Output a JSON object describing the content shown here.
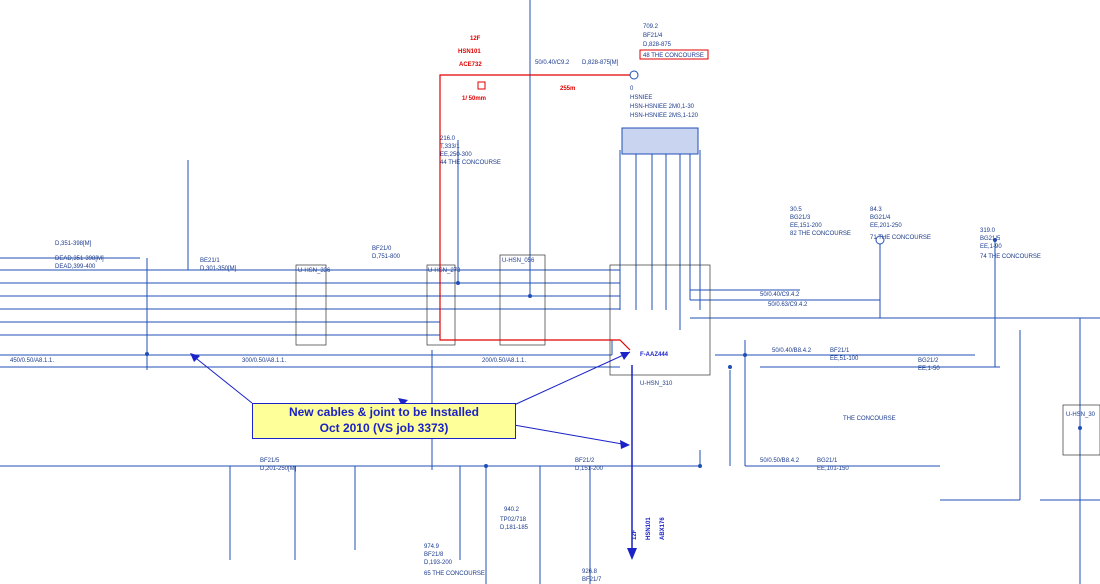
{
  "red_cable": {
    "lines": [
      "12F",
      "HSN101",
      "ACE732"
    ],
    "size": "1/ 50mm",
    "length": "255m"
  },
  "red_label_box": "48 THE CONCOURSE",
  "blue_joint": "F-AAZ444",
  "blue_cable": [
    "12F",
    "HSN101",
    "ABX176"
  ],
  "note": {
    "line1": "New cables & joint to be Installed",
    "line2": "Oct 2010 (VS job 3373)"
  },
  "area_label": "THE CONCOURSE",
  "substation_top": {
    "lines": [
      "709.2",
      "BF21/4",
      "D,828-875"
    ]
  },
  "hsniee": {
    "lines": [
      "0",
      "HSNIEE",
      "HSN-HSNIEE 2M0,1-30",
      "HSN-HSNIEE 2MS,1-120"
    ]
  },
  "labels": {
    "c1": "50/0.40/C9.2",
    "c2": "D,828-875[M]",
    "s216": "216.0",
    "t333": "T,333/1",
    "ee250": "EE,250-300",
    "concourse44": "44 THE CONCOURSE",
    "bg213": "30.5",
    "bg213b": "BG21/3",
    "bg213c": "EE,151-200",
    "bg213d": "82 THE CONCOURSE",
    "bg214": "84.3",
    "bg214b": "BG21/4",
    "bg214c": "EE,201-250",
    "bg214d": "71 THE CONCOURSE",
    "bg21r": "319.0",
    "bg21rb": "BG21/5",
    "bg21rc": "EE,1-90",
    "bg21rd": "74 THE CONCOURSE",
    "uhsn336": "U-HSN_336",
    "uhsn273": "U-HSN_273",
    "uhsn056": "U-HSN_056",
    "uhsn310": "U-HSN_310",
    "uhsn30": "U-HSN_30",
    "be211": "BE21/1",
    "be211b": "D,301-350[M]",
    "bf210": "BF21/0",
    "bf210b": "D,751-800",
    "cab1": "300/0.50/A8.1.1.",
    "cab2": "200/0.50/A8.1.1.",
    "cab3": "450/0.50/A8.1.1.",
    "cab4": "50/0.40/C9.4.2",
    "cab5": "50/0.63/C9.4.2",
    "cab6": "50/0.40/B8.4.2",
    "cab7": "50/0.50/B8.4.2",
    "bf215": "BF21/5",
    "bf215b": "D,201-250[M]",
    "bf212": "BF21/2",
    "bf212b": "D,151-200",
    "bg211": "BG21/1",
    "bg211b": "EE,101-150",
    "bg212": "BG21/2",
    "bg212b": "EE,1-50",
    "bf21": "BF21/1",
    "bf21b": "EE,51-100",
    "n974": "974.9",
    "bf218": "BF21/8",
    "bf218b": "D,193-200",
    "bf218c": "65 THE CONCOURSE",
    "n940": "940.2",
    "tp": "TP02/718",
    "tpb": "D,181-185",
    "n926": "926.8",
    "bf217": "BF21/7",
    "dead": "D,351-398[M]",
    "dead2": "DEAD,351-398[M]",
    "dead3": "DEAD,399-400"
  }
}
